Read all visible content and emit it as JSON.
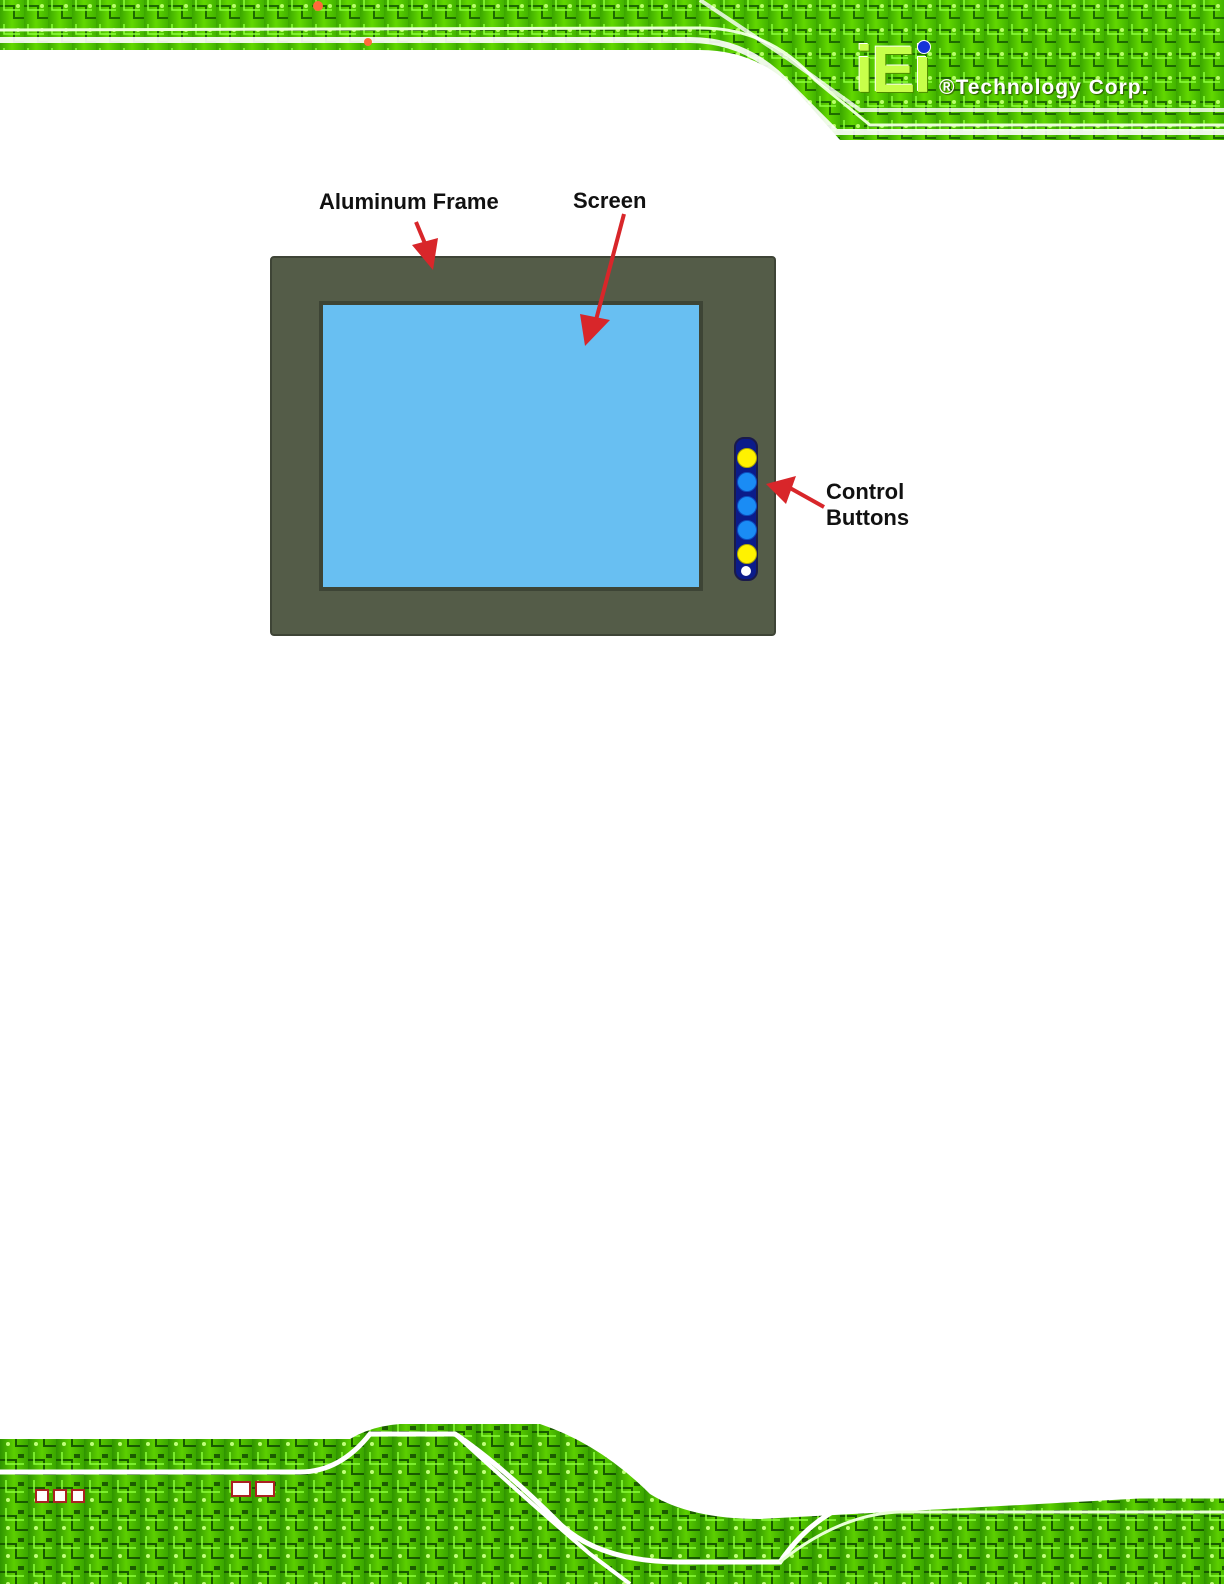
{
  "header": {
    "logo_mark": "iEi",
    "logo_text": "®Technology Corp."
  },
  "figure": {
    "labels": {
      "frame": "Aluminum Frame",
      "screen": "Screen",
      "controls_line1": "Control",
      "controls_line2": "Buttons"
    },
    "colors": {
      "frame": "#545c48",
      "screen": "#68bff2",
      "control_strip": "#0b1b8a",
      "arrow": "#d8262a",
      "button_yellow": "#fff200",
      "button_blue": "#1a8cf5"
    },
    "control_buttons": [
      "yellow",
      "blue",
      "blue",
      "blue",
      "yellow",
      "white-led"
    ]
  }
}
